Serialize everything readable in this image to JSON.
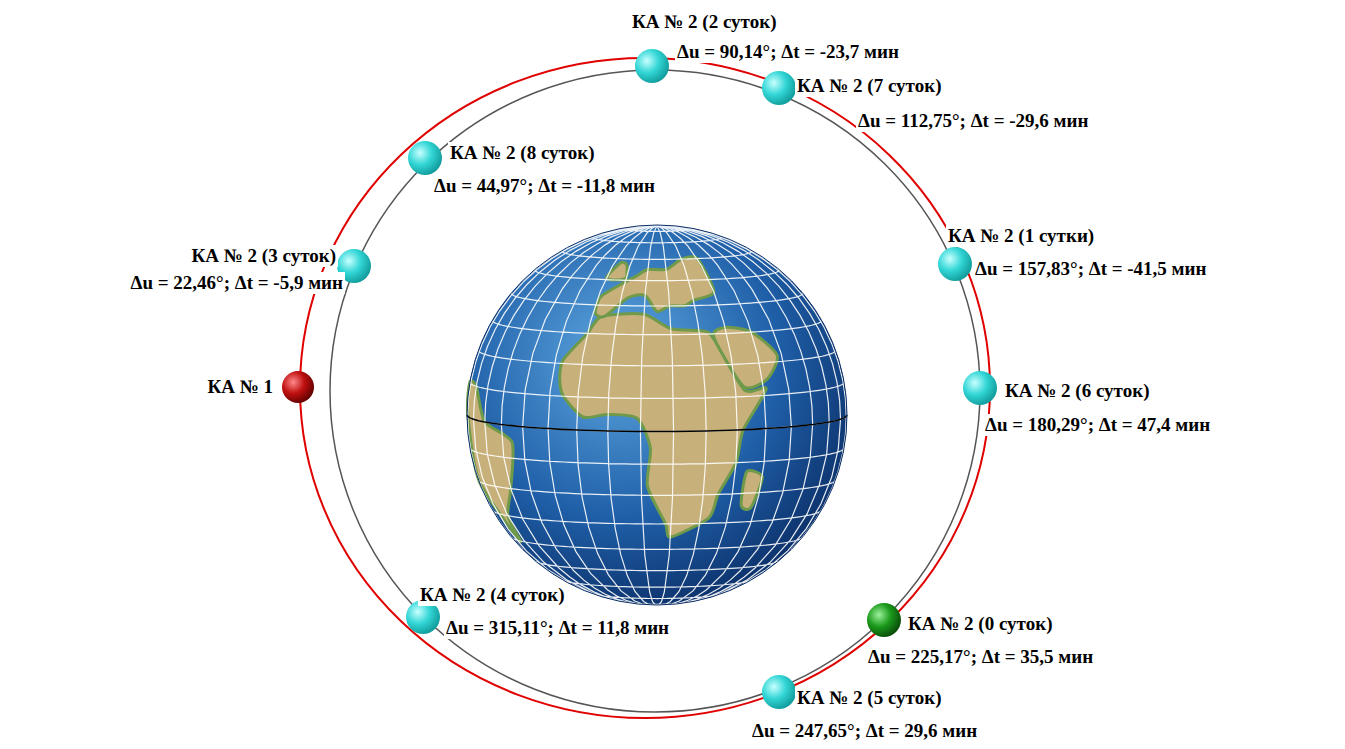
{
  "diagram": {
    "nodes": [
      {
        "text": [
          "КА № 2 (2 суток)",
          "Δu = 90,14°; Δt = -23,7 мин"
        ]
      },
      {
        "text": [
          "КА № 2 (7 суток)",
          "Δu = 112,75°; Δt = -29,6 мин"
        ]
      },
      {
        "text": [
          "КА № 2 (8 суток)",
          "Δu = 44,97°; Δt = -11,8 мин"
        ]
      },
      {
        "text": [
          "КА № 2 (3 суток)",
          "Δu = 22,46°; Δt = -5,9 мин"
        ]
      },
      {
        "text": [
          "КА № 2 (1 сутки)",
          "Δu = 157,83°; Δt = -41,5 мин"
        ]
      },
      {
        "text": [
          "КА № 1"
        ]
      },
      {
        "text": [
          "КА № 2 (6 суток)",
          "Δu = 180,29°; Δt = 47,4 мин"
        ]
      },
      {
        "text": [
          "КА № 2 (4 суток)",
          "Δu = 315,11°; Δt = 11,8 мин"
        ]
      },
      {
        "text": [
          "КА № 2 (0 суток)",
          "Δu = 225,17°; Δt = 35,5 мин"
        ]
      },
      {
        "text": [
          "КА № 2 (5 суток)",
          "Δu = 247,65°; Δt = 29,6 мин"
        ]
      }
    ]
  }
}
